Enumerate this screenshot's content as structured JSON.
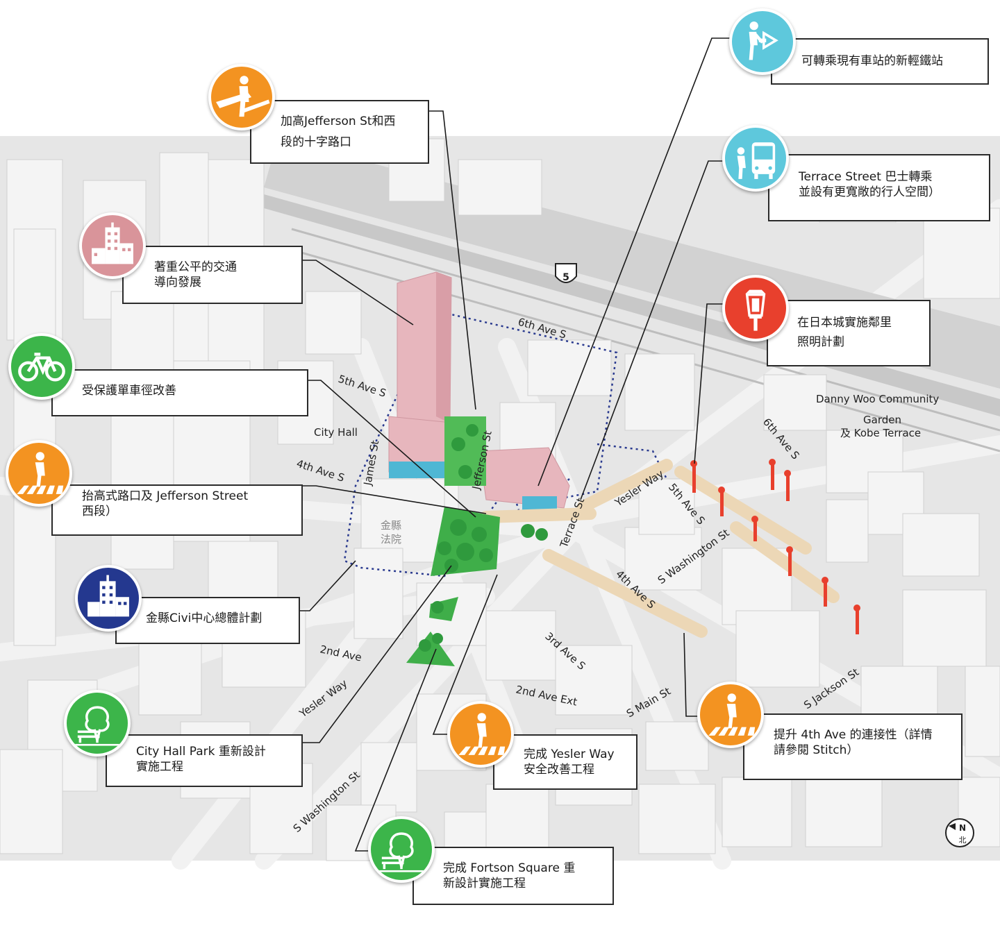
{
  "colors": {
    "orange": "#f39321",
    "light_blue": "#5ec8dc",
    "pink": "#d9949a",
    "green": "#3cb54a",
    "red": "#e8402d",
    "navy": "#24388f",
    "tower_pink": "#e7b6bd",
    "park_green": "#3fae49",
    "street_highlight": "#ecd7b6"
  },
  "callouts": {
    "light_rail": {
      "icon": "pedestrian-to-train-icon",
      "lines": [
        "可轉乘現有車站的新輕鐵站"
      ]
    },
    "jefferson_raise": {
      "icon": "raised-crossing-icon",
      "lines": [
        "加高Jefferson St和西",
        "段的十字路口"
      ]
    },
    "terrace_bus": {
      "icon": "pedestrian-bus-icon",
      "lines": [
        "Terrace Street 巴士轉乘",
        "並設有更寬敞的行人空間）"
      ]
    },
    "tod": {
      "icon": "buildings-icon",
      "lines": [
        "著重公平的交通",
        "導向發展"
      ]
    },
    "lighting": {
      "icon": "street-lantern-icon",
      "lines": [
        "在日本城實施鄰里",
        "照明計劃"
      ]
    },
    "bike": {
      "icon": "bicycle-icon",
      "lines": [
        "受保護單車徑改善"
      ]
    },
    "raised_intersection": {
      "icon": "crosswalk-pedestrian-icon",
      "lines": [
        "抬高式路口及 Jefferson Street",
        "西段）"
      ]
    },
    "civic_plan": {
      "icon": "civic-buildings-icon",
      "lines": [
        "金縣Civi中心總體計劃"
      ]
    },
    "city_hall_park": {
      "icon": "tree-bench-icon",
      "lines": [
        "City Hall Park 重新設計",
        "實施工程"
      ]
    },
    "yesler_safety": {
      "icon": "crosswalk-pedestrian-icon",
      "lines": [
        "完成 Yesler Way",
        "安全改善工程"
      ]
    },
    "fourth_ave": {
      "icon": "crosswalk-pedestrian-icon",
      "lines": [
        "提升 4th Ave 的連接性（詳情",
        "請參閱 Stitch）"
      ]
    },
    "fortson": {
      "icon": "tree-bench-icon",
      "lines": [
        "完成 Fortson Square 重",
        "新設計實施工程"
      ]
    }
  },
  "street_labels": {
    "sixth_ave_s_top": "6th Ave S",
    "fifth_ave_s": "5th Ave S",
    "city_hall": "City Hall",
    "fourth_ave_s_left": "4th Ave S",
    "james_st": "James St",
    "jefferson_st": "Jefferson St",
    "terrace_st": "Terrace St",
    "yesler_way_right": "Yesler Way",
    "fifth_ave_s_right": "5th Ave S",
    "sixth_ave_s_right": "6th Ave S",
    "s_washington_st_right": "S Washington St",
    "fourth_ave_s_center": "4th Ave S",
    "third_ave_s": "3rd Ave S",
    "second_ave": "2nd Ave",
    "yesler_way_left": "Yesler Way",
    "second_ave_ext": "2nd Ave Ext",
    "s_main_st": "S Main St",
    "s_jackson_st": "S Jackson St",
    "s_washington_st_bottom": "S Washington St",
    "courthouse_line1": "金縣",
    "courthouse_line2": "法院",
    "danny_woo_line1": "Danny Woo Community",
    "danny_woo_line2": "Garden",
    "danny_woo_line3": "及 Kobe Terrace",
    "interstate_number": "5"
  },
  "compass": {
    "north_letter": "N",
    "north_label": "北"
  }
}
